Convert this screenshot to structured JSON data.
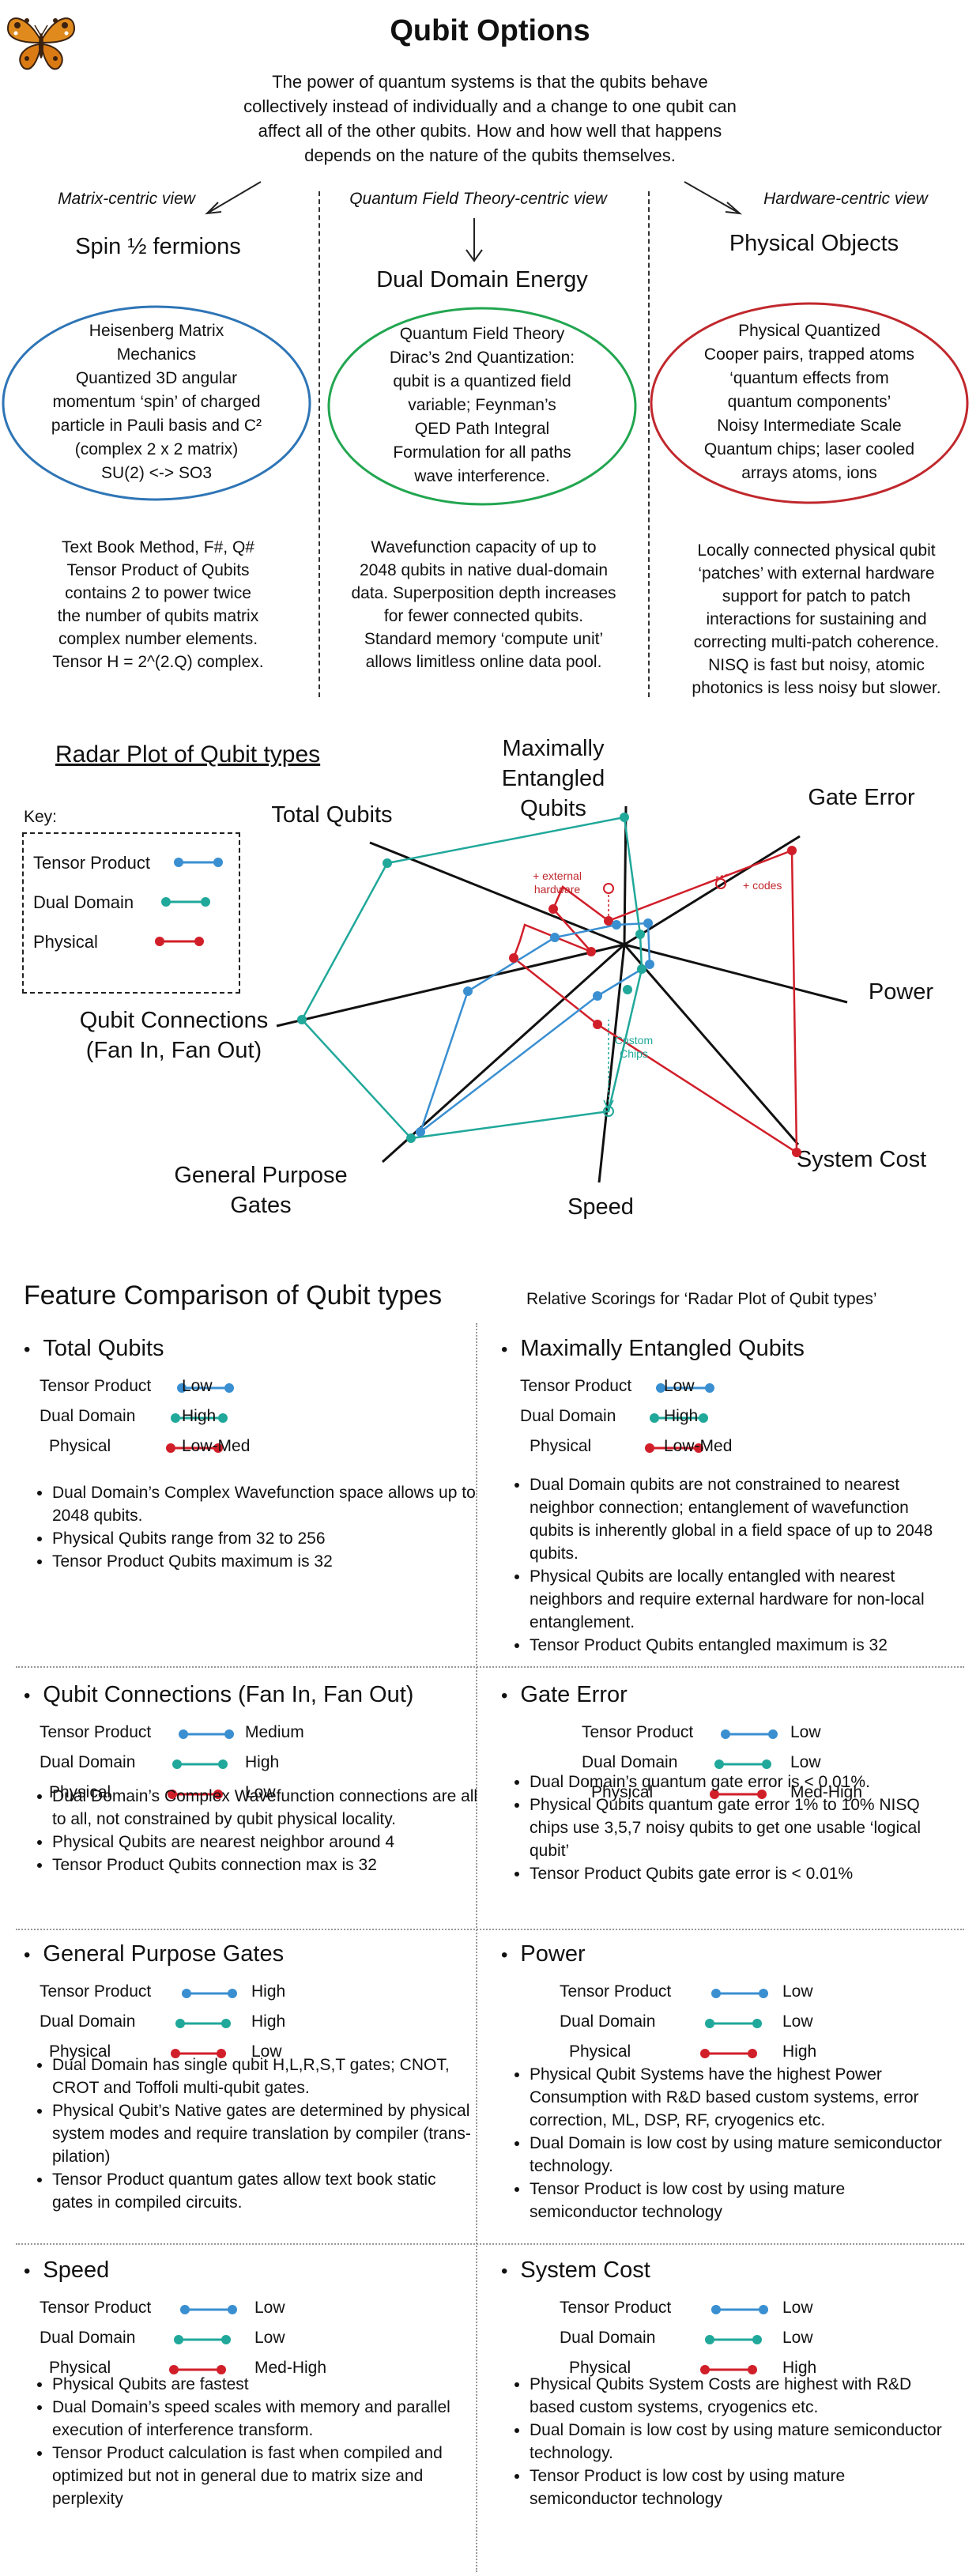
{
  "title": "Qubit Options",
  "intro": "The power of quantum systems is that the qubits behave collectively instead of individually and a change to one qubit can affect all of the other qubits. How and how well that happens depends on the nature of the qubits themselves.",
  "views": [
    {
      "label": "Matrix-centric view",
      "heading": "Spin ½ fermions",
      "ellipse_lines": [
        "Heisenberg Matrix",
        "Mechanics",
        "Quantized 3D angular",
        "momentum ‘spin’ of charged",
        "particle in Pauli basis and C²",
        "(complex 2 x 2 matrix)",
        "SU(2) <-> SO3"
      ],
      "body_lines": [
        "Text Book Method, F#, Q#",
        "Tensor Product of Qubits",
        "contains 2 to power twice",
        "the number of qubits matrix",
        "complex number elements.",
        "Tensor H = 2^(2.Q) complex."
      ],
      "color": "#2e75b6"
    },
    {
      "label": "Quantum Field Theory-centric view",
      "heading": "Dual Domain Energy",
      "ellipse_lines": [
        "Quantum Field Theory",
        "Dirac’s 2nd Quantization:",
        "qubit is a quantized field",
        "variable; Feynman’s",
        "QED Path Integral",
        "Formulation for all paths",
        "wave interference."
      ],
      "body_lines": [
        "Wavefunction capacity of up to",
        "2048 qubits in native dual-domain",
        "data. Superposition depth increases",
        "for fewer connected qubits.",
        "Standard memory ‘compute unit’",
        "allows limitless online data pool."
      ],
      "color": "#22a650"
    },
    {
      "label": "Hardware-centric view",
      "heading": "Physical Objects",
      "ellipse_lines": [
        "Physical Quantized",
        "Cooper pairs, trapped atoms",
        "‘quantum effects from",
        "quantum components’",
        "Noisy Intermediate Scale",
        "Quantum chips; laser cooled",
        "arrays atoms, ions"
      ],
      "body_lines": [
        "Locally connected physical qubit",
        "‘patches’ with external hardware",
        "support for patch to patch",
        "interactions for sustaining and",
        "correcting multi-patch coherence.",
        "NISQ is fast but noisy, atomic",
        "photonics is less noisy but slower."
      ],
      "color": "#c0282d"
    }
  ],
  "radar": {
    "title": "Radar Plot of Qubit types",
    "key_title": "Key:",
    "key": [
      {
        "name": "Tensor Product",
        "color": "#3a8fd1"
      },
      {
        "name": "Dual Domain",
        "color": "#20a89a"
      },
      {
        "name": "Physical",
        "color": "#d11f2a"
      }
    ],
    "axis_labels": [
      "Maximally Entangled Qubits",
      "Gate Error",
      "Power",
      "System Cost",
      "Speed",
      "General Purpose Gates",
      "Qubit Connections (Fan In, Fan Out)",
      "Total Qubits"
    ],
    "annotations": {
      "external_hardware": "+ external hardware",
      "codes": "+ codes",
      "custom_chips": "Custom Chips"
    }
  },
  "comparison": {
    "title": "Feature Comparison of Qubit types",
    "subtitle": "Relative Scorings for ‘Radar Plot of Qubit types’",
    "types": [
      "Tensor Product",
      "Dual Domain",
      "Physical"
    ],
    "features": [
      {
        "title": "Total Qubits",
        "ratings": [
          "Low",
          "High",
          "Low-Med"
        ],
        "bullets": [
          "Dual Domain’s Complex Wavefunction space allows up to 2048 qubits.",
          "Physical Qubits range from 32 to 256",
          "Tensor Product Qubits maximum is 32"
        ]
      },
      {
        "title": "Maximally Entangled Qubits",
        "ratings": [
          "Low",
          "High",
          "Low-Med"
        ],
        "bullets": [
          "Dual Domain qubits are not constrained to nearest neighbor connection; entanglement of wavefunction qubits is inherently global in a field space of up to 2048 qubits.",
          "Physical Qubits are locally entangled with nearest neighbors and require external hardware for non-local entanglement.",
          "Tensor Product Qubits entangled maximum is 32"
        ]
      },
      {
        "title": "Qubit Connections (Fan In, Fan Out)",
        "ratings": [
          "Medium",
          "High",
          "Low"
        ],
        "bullets": [
          "Dual Domain’s Complex Wavefunction connections are all to all, not constrained by qubit physical locality.",
          "Physical Qubits are nearest neighbor around 4",
          "Tensor Product Qubits connection max is 32"
        ]
      },
      {
        "title": "Gate Error",
        "ratings": [
          "Low",
          "Low",
          "Med-High"
        ],
        "bullets": [
          "Dual Domain’s quantum gate error is < 0.01%.",
          "Physical Qubits quantum gate error 1% to 10% NISQ chips use 3,5,7 noisy qubits to get one usable ‘logical qubit’",
          "Tensor Product Qubits gate error is < 0.01%"
        ]
      },
      {
        "title": "General Purpose Gates",
        "ratings": [
          "High",
          "High",
          "Low"
        ],
        "bullets": [
          "Dual Domain has single qubit H,L,R,S,T gates; CNOT, CROT and Toffoli multi-qubit gates.",
          "Physical Qubit’s Native gates are determined by physical system modes and require translation by compiler (trans-pilation)",
          "Tensor Product quantum gates allow text book static gates in compiled circuits."
        ]
      },
      {
        "title": "Power",
        "ratings": [
          "Low",
          "Low",
          "High"
        ],
        "bullets": [
          "Physical Qubit Systems have the highest Power Consumption with R&D based custom systems, error correction, ML, DSP, RF, cryogenics etc.",
          "Dual Domain is low cost by using mature semiconductor technology.",
          "Tensor Product is low cost by using mature semiconductor technology"
        ]
      },
      {
        "title": "Speed",
        "ratings": [
          "Low",
          "Low",
          "Med-High"
        ],
        "bullets": [
          "Physical Qubits are fastest",
          "Dual Domain’s speed scales with memory and parallel execution of interference transform.",
          "Tensor Product calculation is fast when compiled and optimized but not in general due to matrix size and perplexity"
        ]
      },
      {
        "title": "System Cost",
        "ratings": [
          "Low",
          "Low",
          "High"
        ],
        "bullets": [
          "Physical Qubits System Costs are highest with R&D based custom systems, cryogenics etc.",
          "Dual Domain is low cost by using mature semiconductor technology.",
          "Tensor Product is low cost by using mature semiconductor technology"
        ]
      }
    ]
  },
  "colors": {
    "tensor": "#3a8fd1",
    "dual": "#20a89a",
    "physical": "#d11f2a"
  }
}
